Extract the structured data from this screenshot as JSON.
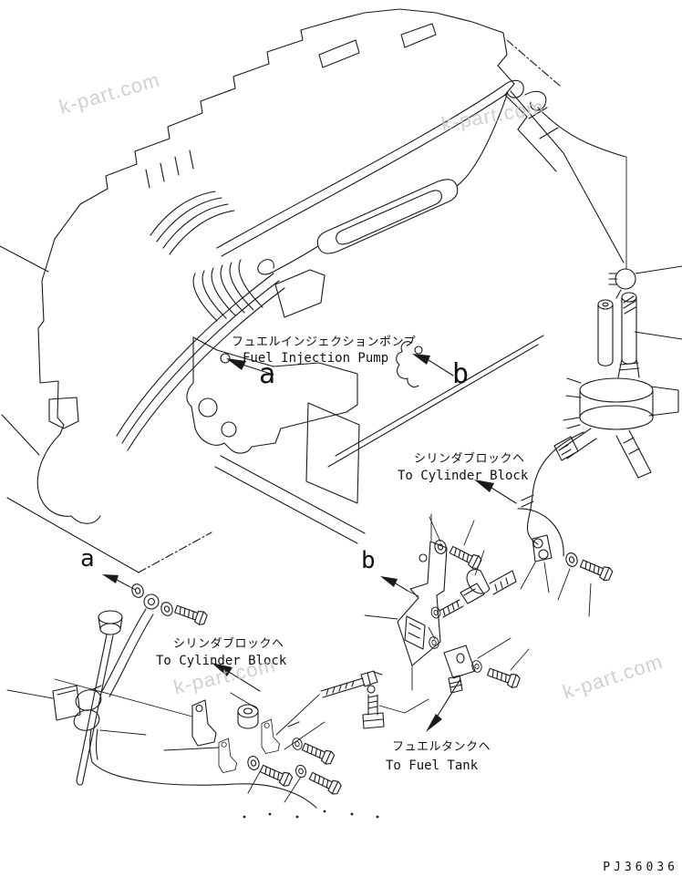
{
  "diagram": {
    "background": "#ffffff",
    "line_color": "#1a1a1a",
    "callouts": {
      "fuel_injection_pump": {
        "jp": "フュエルインジェクションポンプ",
        "en": "Fuel Injection Pump"
      },
      "to_cylinder_block_upper": {
        "jp": "シリンダブロックヘ",
        "en": "To Cylinder Block"
      },
      "to_cylinder_block_lower": {
        "jp": "シリンダブロックヘ",
        "en": "To Cylinder Block"
      },
      "to_fuel_tank": {
        "jp": "フュエルタンクヘ",
        "en": "To Fuel Tank"
      },
      "ref_a": "a",
      "ref_b": "b"
    },
    "watermark": {
      "text": "k-part.com",
      "color": "#c5c5c5"
    },
    "part_number": "PJ36036"
  }
}
